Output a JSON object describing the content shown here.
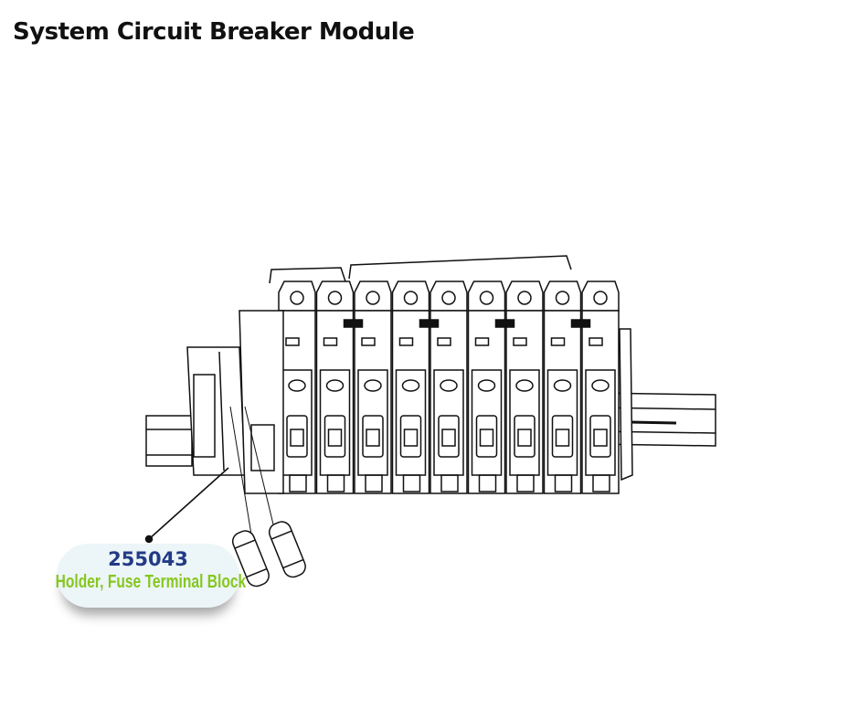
{
  "title": "System Circuit Breaker Module",
  "callout": {
    "part_number": "255043",
    "description": "Holder, Fuse Terminal Block",
    "number_color": "#233a86",
    "description_color": "#86c720"
  },
  "diagram": {
    "module_count": 9
  }
}
